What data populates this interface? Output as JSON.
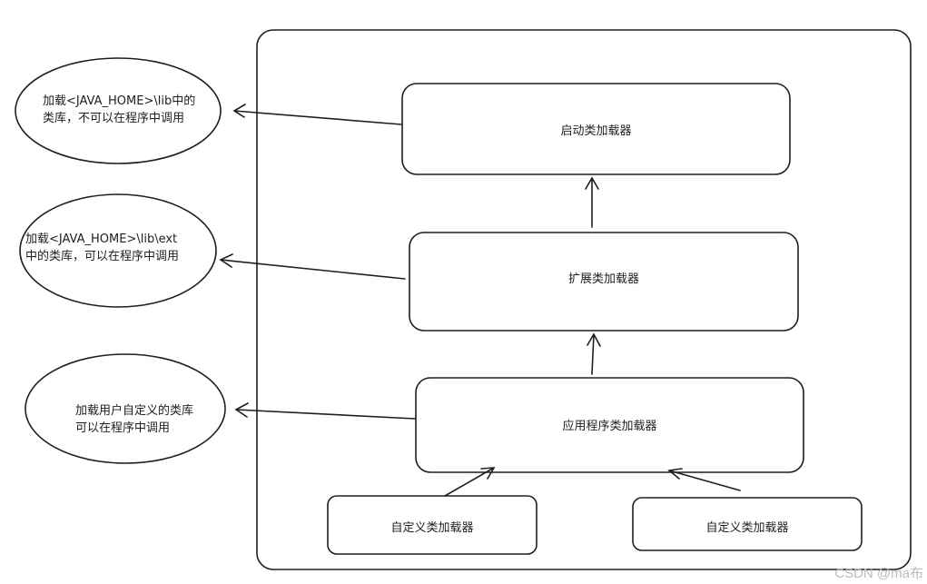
{
  "diagram": {
    "loaders": {
      "bootstrap": "启动类加载器",
      "extension": "扩展类加载器",
      "application": "应用程序类加载器",
      "custom1": "自定义类加载器",
      "custom2": "自定义类加载器"
    },
    "notes": {
      "bootstrap": [
        "加载<JAVA_HOME>\\lib中的",
        "类库，不可以在程序中调用"
      ],
      "extension": [
        "加载<JAVA_HOME>\\lib\\ext",
        "中的类库，可以在程序中调用"
      ],
      "application": [
        "加载用户自定义的类库",
        "可以在程序中调用"
      ]
    },
    "stroke_color": "#1e1e1e"
  },
  "watermark": "CSDN @ma布"
}
